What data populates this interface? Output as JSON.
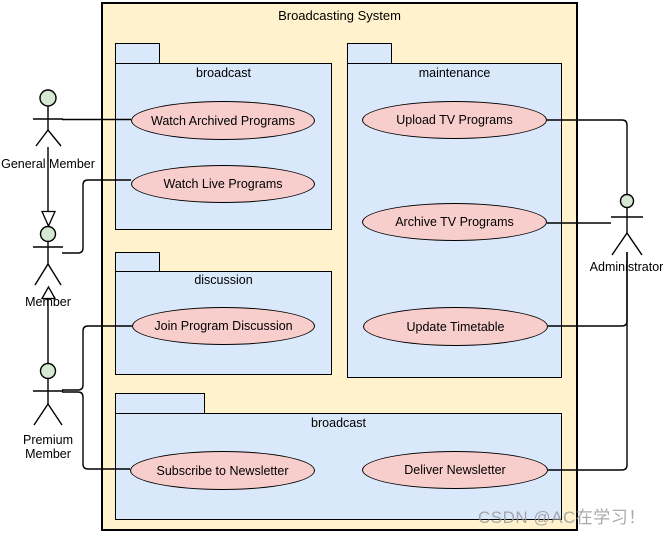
{
  "diagram": {
    "type": "UML Use Case Diagram",
    "title": "Broadcasting System",
    "watermark": "CSDN @AC在学习！"
  },
  "colors": {
    "system_boundary_fill": "#FFF2CC",
    "package_fill": "#DAE8FC",
    "usecase_fill": "#F8CECC",
    "actor_head_fill": "#D5E8D4",
    "stroke": "#000000",
    "watermark_color": "#9B9B9E"
  },
  "packages": [
    {
      "label": "broadcast"
    },
    {
      "label": "maintenance"
    },
    {
      "label": "discussion"
    },
    {
      "label": "broadcast"
    }
  ],
  "use_cases": [
    {
      "label": "Watch Archived Programs"
    },
    {
      "label": "Watch Live Programs"
    },
    {
      "label": "Upload TV Programs"
    },
    {
      "label": "Archive TV Programs"
    },
    {
      "label": "Join Program Discussion"
    },
    {
      "label": "Update Timetable"
    },
    {
      "label": "Subscribe to Newsletter"
    },
    {
      "label": "Deliver Newsletter"
    }
  ],
  "actors": [
    {
      "label": "General Member"
    },
    {
      "label": "Member"
    },
    {
      "label": "Premium Member"
    },
    {
      "label": "Administrator"
    }
  ],
  "relations": [
    {
      "from": "General Member",
      "to": "Watch Archived Programs",
      "type": "association"
    },
    {
      "from": "Member",
      "to": "Watch Live Programs",
      "type": "association"
    },
    {
      "from": "Premium Member",
      "to": "Join Program Discussion",
      "type": "association"
    },
    {
      "from": "Premium Member",
      "to": "Subscribe to Newsletter",
      "type": "association"
    },
    {
      "from": "Administrator",
      "to": "Upload TV Programs",
      "type": "association"
    },
    {
      "from": "Administrator",
      "to": "Archive TV Programs",
      "type": "association"
    },
    {
      "from": "Administrator",
      "to": "Update Timetable",
      "type": "association"
    },
    {
      "from": "Administrator",
      "to": "Deliver Newsletter",
      "type": "association"
    },
    {
      "from": "General Member",
      "to": "Member",
      "type": "generalization",
      "arrow_at": "Member"
    },
    {
      "from": "Premium Member",
      "to": "Member",
      "type": "generalization",
      "arrow_at": "Member"
    }
  ]
}
